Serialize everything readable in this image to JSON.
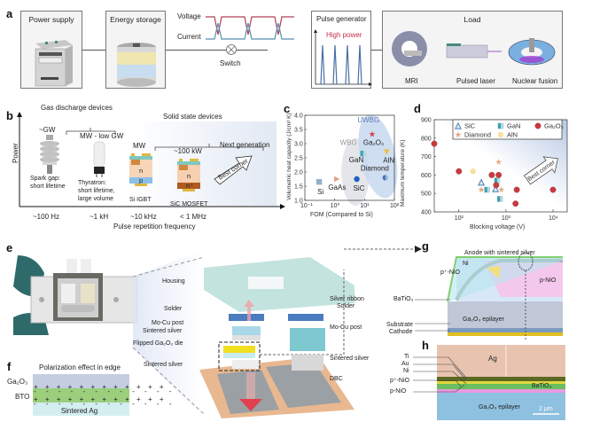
{
  "panel_a": {
    "label": "a",
    "power_supply": "Power supply",
    "energy_storage": "Energy storage",
    "voltage": "Voltage",
    "current": "Current",
    "switch": "Switch",
    "pulse_generator": "Pulse generator",
    "high_power": "High power",
    "load": "Load",
    "loads": [
      "MRI",
      "Pulsed laser",
      "Nuclear fusion"
    ],
    "colors": {
      "voltage": "#b0405a",
      "current": "#5a8fb0",
      "high_power": "#c0304a"
    }
  },
  "panel_b": {
    "label": "b",
    "gas_discharge": "Gas discharge devices",
    "solid_state": "Solid state devices",
    "y_axis": "Power",
    "x_axis": "Pulse repetition frequency",
    "devices": [
      {
        "power": "~GW",
        "name": "Spark gap:",
        "note": "short lifetime"
      },
      {
        "power": "MW - low GW",
        "name": "Thyratron:",
        "note": "short lifetime,",
        "note2": "large volume"
      },
      {
        "power": "MW",
        "name": "Si IGBT"
      },
      {
        "power": "~100 kW",
        "name": "SiC MOSFET"
      },
      {
        "power": "",
        "name": "Next generation"
      }
    ],
    "best_corner": "Best corner",
    "freqs": [
      "~100 Hz",
      "~1 kH",
      "~10 kHz",
      "< 1 MHz"
    ],
    "layers": {
      "n": "n",
      "p": "p",
      "nplus": "n⁺"
    }
  },
  "chart_data": [
    {
      "type": "scatter",
      "panel": "c",
      "title": "",
      "xlabel": "FOM (Compared to Si)",
      "ylabel": "Volumetric heat capacity (J/cm³ K)",
      "xscale": "log",
      "xlim": [
        0.1,
        100
      ],
      "ylim": [
        1.0,
        4.0
      ],
      "xticks": [
        "10⁻¹",
        "10⁰",
        "10¹",
        "10²"
      ],
      "yticks": [
        "1.0",
        "1.5",
        "2.0",
        "2.5",
        "3.0",
        "3.5",
        "4.0"
      ],
      "groups": [
        "WBG",
        "UWBG"
      ],
      "points": [
        {
          "name": "Si",
          "x": 0.3,
          "y": 1.65,
          "marker": "square",
          "color": "#8fb0c8"
        },
        {
          "name": "GaAs",
          "x": 1.2,
          "y": 1.75,
          "marker": "triangle-right",
          "color": "#e8a080"
        },
        {
          "name": "SiC",
          "x": 5.5,
          "y": 1.75,
          "marker": "circle",
          "color": "#2060c0"
        },
        {
          "name": "GaN",
          "x": 9,
          "y": 2.65,
          "marker": "half-square",
          "color": "#40a0b0"
        },
        {
          "name": "Ga₂O₃",
          "x": 18,
          "y": 3.33,
          "marker": "star",
          "color": "#d04050"
        },
        {
          "name": "AlN",
          "x": 55,
          "y": 2.7,
          "marker": "triangle-down",
          "color": "#e8c040"
        },
        {
          "name": "Diamond",
          "x": 50,
          "y": 1.8,
          "marker": "half-circle",
          "color": "#4070b0"
        }
      ]
    },
    {
      "type": "scatter",
      "panel": "d",
      "title": "",
      "xlabel": "Blocking voltage (V)",
      "ylabel": "Maximum temperature (K)",
      "xscale": "log",
      "xlim": [
        30,
        20000
      ],
      "ylim": [
        400,
        900
      ],
      "xticks": [
        "10²",
        "10³",
        "10⁴"
      ],
      "yticks": [
        "400",
        "500",
        "600",
        "700",
        "800",
        "900"
      ],
      "legend": "top",
      "best_corner": "Best corner",
      "series": [
        {
          "name": "SiC",
          "marker": "triangle",
          "color": "#5080b0",
          "points": [
            [
              300,
              560
            ],
            [
              600,
              525
            ]
          ]
        },
        {
          "name": "GaN",
          "marker": "half-square",
          "color": "#40a0b0",
          "points": [
            [
              400,
              520
            ],
            [
              650,
              570
            ],
            [
              750,
              470
            ]
          ]
        },
        {
          "name": "Ga₂O₃",
          "marker": "sphere",
          "color": "#c83a40",
          "points": [
            [
              30,
              770
            ],
            [
              100,
              620
            ],
            [
              500,
              600
            ],
            [
              700,
              600
            ],
            [
              620,
              545
            ],
            [
              1700,
              520
            ],
            [
              1600,
              445
            ],
            [
              10000,
              520
            ]
          ]
        },
        {
          "name": "Diamond",
          "marker": "star",
          "color": "#e0a880",
          "points": [
            [
              300,
              520
            ],
            [
              700,
              670
            ],
            [
              800,
              520
            ]
          ]
        },
        {
          "name": "AlN",
          "marker": "circle",
          "color": "#f8e0a0",
          "points": [
            [
              200,
              620
            ]
          ]
        }
      ]
    }
  ],
  "panel_e": {
    "label": "e",
    "parts_left": [
      "Housing",
      "Solder",
      "Mo-Cu post",
      "Sintered silver",
      "Flipped Ga₂O₃ die",
      "Sintered silver"
    ],
    "parts_right": [
      "Silver ribbon",
      "Solder",
      "Mo-Cu post",
      "Sintered silver",
      "DBC"
    ]
  },
  "panel_f": {
    "label": "f",
    "title": "Polarization effect in edge",
    "layers": [
      "Ga₂O₃",
      "BTO",
      "Sintered Ag"
    ],
    "colors": {
      "ga2o3": "#c5cde0",
      "bto": "#9ccf7c",
      "ag": "#d4eef0"
    }
  },
  "panel_g": {
    "label": "g",
    "anode": "Anode with sintered silver",
    "labels": [
      "Ni",
      "p⁺-NiO",
      "p-NiO",
      "BaTiO₃",
      "Ga₂O₃ epilayer",
      "Substrate",
      "Cathode"
    ]
  },
  "panel_h": {
    "label": "h",
    "labels": [
      "Ti",
      "Au",
      "Ni",
      "p⁺-NiO",
      "p-NiO"
    ],
    "regions": [
      "Ag",
      "BaTiO₃",
      "Ga₂O₃ epilayer"
    ],
    "scale": "2 μm"
  }
}
